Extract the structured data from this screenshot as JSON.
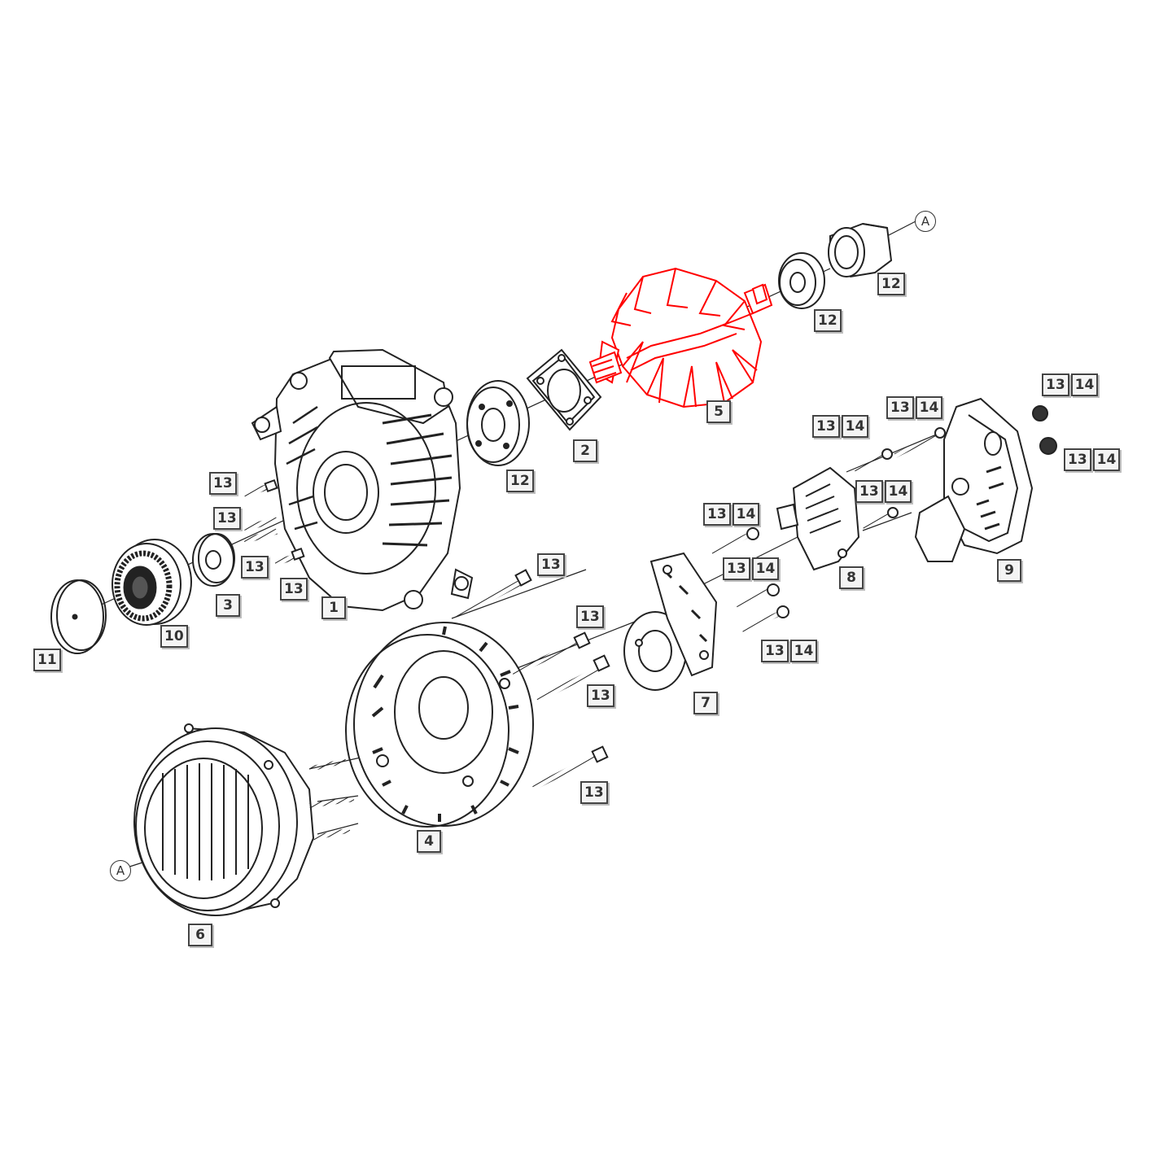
{
  "diagram": {
    "parts": {
      "housing_front": "1",
      "seal": "2",
      "spacer": "3",
      "stator_frame": "4",
      "rotor": "5",
      "stator": "6",
      "rectifier": "7",
      "regulator": "8",
      "rear_cover": "9",
      "pulley": "10",
      "pulley_cap": "11",
      "bearing": "12",
      "screw": "13",
      "washer": "14"
    },
    "reference_mark": "A",
    "highlight_color": "#ff0000",
    "line_color": "#222222"
  }
}
